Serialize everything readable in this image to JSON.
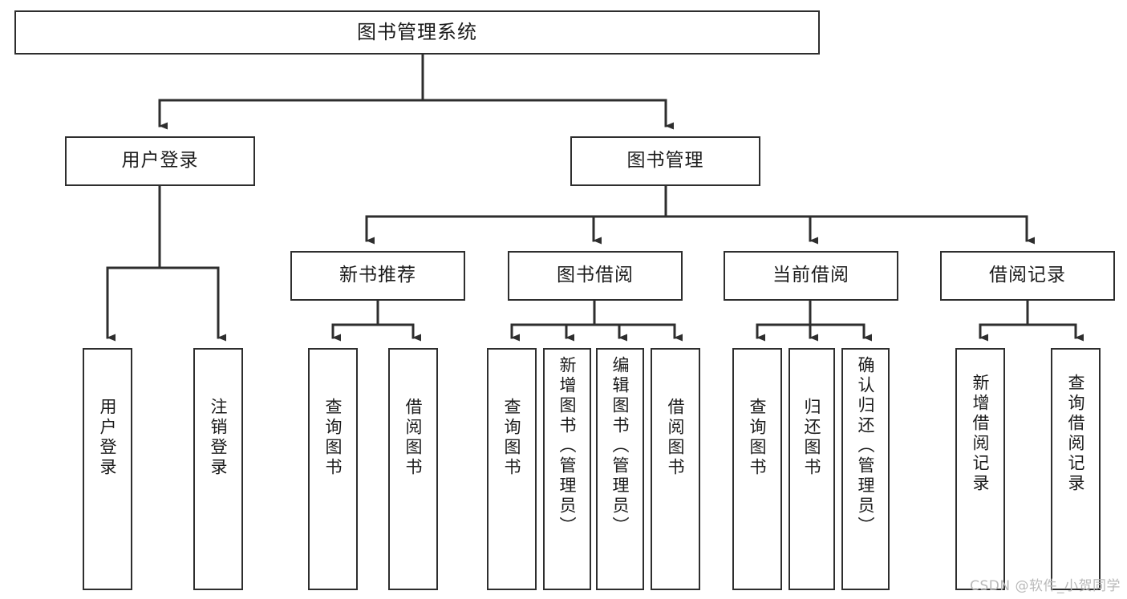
{
  "diagram": {
    "title": "图书管理系统",
    "type": "tree",
    "watermark": "CSDN @软件_小贺同学",
    "colors": {
      "box_border": "#2e2e2e",
      "box_fill": "#ffffff",
      "connector": "#2e2e2e",
      "text": "#1b1b1b",
      "watermark": "#b9b9b9",
      "background": "#ffffff"
    },
    "nodes": {
      "root": {
        "label": "图书管理系统"
      },
      "level2": [
        {
          "id": "user-login",
          "label": "用户登录"
        },
        {
          "id": "book-management",
          "label": "图书管理"
        }
      ],
      "level3": [
        {
          "id": "new-book-recommend",
          "label": "新书推荐"
        },
        {
          "id": "book-borrow",
          "label": "图书借阅"
        },
        {
          "id": "current-borrow",
          "label": "当前借阅"
        },
        {
          "id": "borrow-record",
          "label": "借阅记录"
        }
      ],
      "leaves": {
        "user_login": [
          {
            "id": "leaf-user-login",
            "label": "用户登录"
          },
          {
            "id": "leaf-logout-login",
            "label": "注销登录"
          }
        ],
        "new_book_recommend": [
          {
            "id": "leaf-query-book-1",
            "label": "查询图书"
          },
          {
            "id": "leaf-borrow-book-1",
            "label": "借阅图书"
          }
        ],
        "book_borrow": [
          {
            "id": "leaf-query-book-2",
            "label": "查询图书"
          },
          {
            "id": "leaf-add-book-admin",
            "label": "新增图书（管理员）"
          },
          {
            "id": "leaf-edit-book-admin",
            "label": "编辑图书（管理员）"
          },
          {
            "id": "leaf-borrow-book-2",
            "label": "借阅图书"
          }
        ],
        "current_borrow": [
          {
            "id": "leaf-query-book-3",
            "label": "查询图书"
          },
          {
            "id": "leaf-return-book",
            "label": "归还图书"
          },
          {
            "id": "leaf-confirm-return-admin",
            "label": "确认归还（管理员）"
          }
        ],
        "borrow_record": [
          {
            "id": "leaf-add-borrow-record",
            "label": "新增借阅记录"
          },
          {
            "id": "leaf-query-borrow-record",
            "label": "查询借阅记录"
          }
        ]
      }
    }
  }
}
